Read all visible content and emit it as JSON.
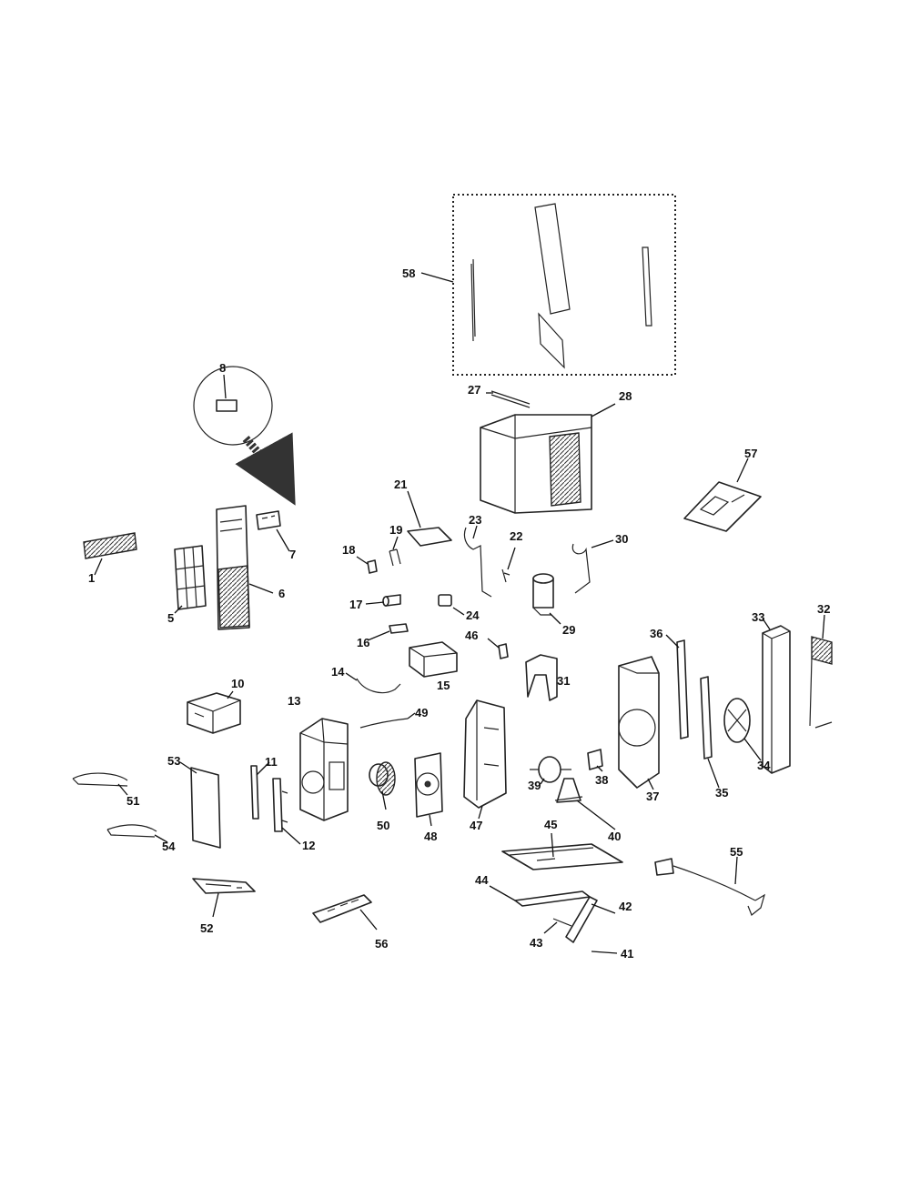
{
  "callouts": {
    "c1": "1",
    "c5": "5",
    "c6": "6",
    "c7": "7",
    "c8": "8",
    "c10": "10",
    "c11": "11",
    "c12": "12",
    "c13": "13",
    "c14": "14",
    "c15": "15",
    "c16": "16",
    "c17": "17",
    "c18": "18",
    "c19": "19",
    "c21": "21",
    "c22": "22",
    "c23": "23",
    "c24": "24",
    "c27": "27",
    "c28": "28",
    "c29": "29",
    "c30": "30",
    "c31": "31",
    "c32": "32",
    "c33": "33",
    "c34": "34",
    "c35": "35",
    "c36": "36",
    "c37": "37",
    "c38": "38",
    "c39": "39",
    "c40": "40",
    "c41": "41",
    "c42": "42",
    "c43": "43",
    "c44": "44",
    "c45": "45",
    "c46": "46",
    "c47": "47",
    "c48": "48",
    "c49": "49",
    "c50": "50",
    "c51": "51",
    "c52": "52",
    "c53": "53",
    "c54": "54",
    "c55": "55",
    "c56": "56",
    "c57": "57",
    "c58": "58"
  }
}
